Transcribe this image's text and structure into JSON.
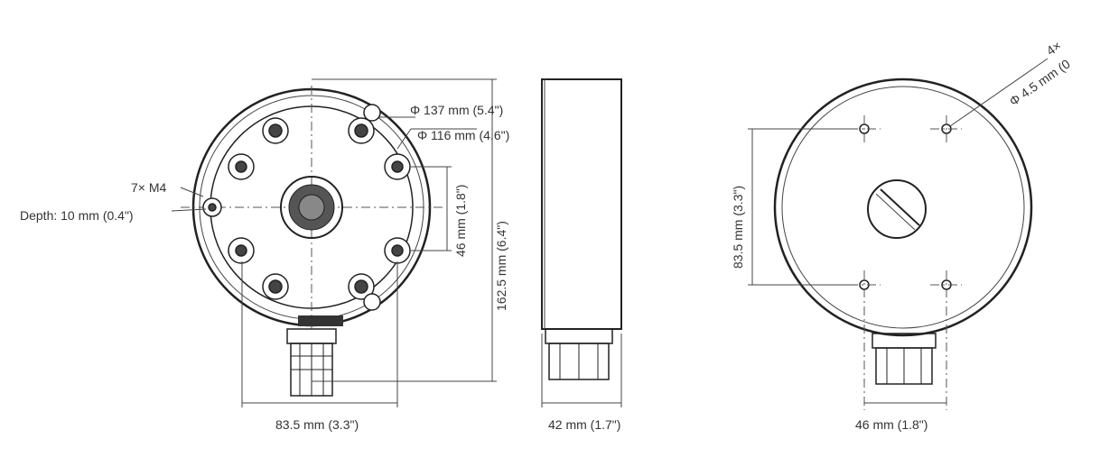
{
  "front_view": {
    "outer_diameter": "Φ 137 mm (5.4\")",
    "inner_diameter": "Φ 116 mm (4.6\")",
    "screws": "7× M4",
    "depth": "Depth: 10 mm (0.4\")",
    "height": "162.5 mm (6.4\")",
    "hole_spacing_vertical": "46 mm (1.8\")",
    "hole_spacing_horizontal": "83.5 mm (3.3\")"
  },
  "side_view": {
    "depth": "42 mm (1.7\")"
  },
  "rear_view": {
    "holes_count": "4×",
    "hole_diameter": "Φ 4.5 mm (0",
    "hole_spacing_vertical": "83.5 mm (3.3\")",
    "hole_spacing_horizontal": "46 mm (1.8\")"
  }
}
